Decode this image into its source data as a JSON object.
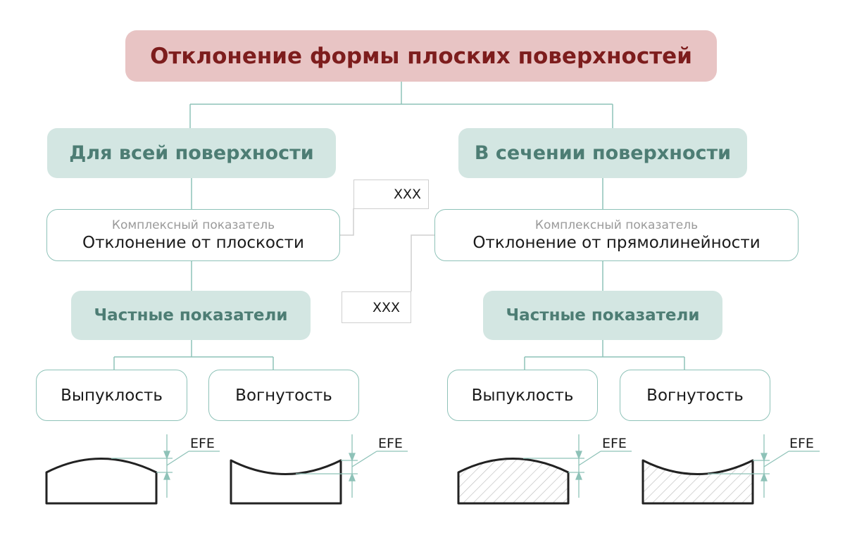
{
  "title": "Отклонение формы плоских поверхностей",
  "left": {
    "category": "Для всей поверхности",
    "complex_caption": "Комплексный показатель",
    "complex_name": "Отклонение от плоскости",
    "partial": "Частные показатели",
    "convex": "Выпуклость",
    "concave": "Вогнутость"
  },
  "right": {
    "category": "В сечении поверхности",
    "complex_caption": "Комплексный показатель",
    "complex_name": "Отклонение от прямолинейности",
    "partial": "Частные показатели",
    "convex": "Выпуклость",
    "concave": "Вогнутость"
  },
  "symbols": {
    "flatness_value": "XXX",
    "straightness_value": "XXX"
  },
  "dimension_label": "EFE",
  "colors": {
    "title_bg": "#e8c4c4",
    "title_text": "#7d1d1d",
    "category_bg": "#d3e6e2",
    "category_text": "#4d7d74",
    "connector": "#8ec2b8"
  }
}
